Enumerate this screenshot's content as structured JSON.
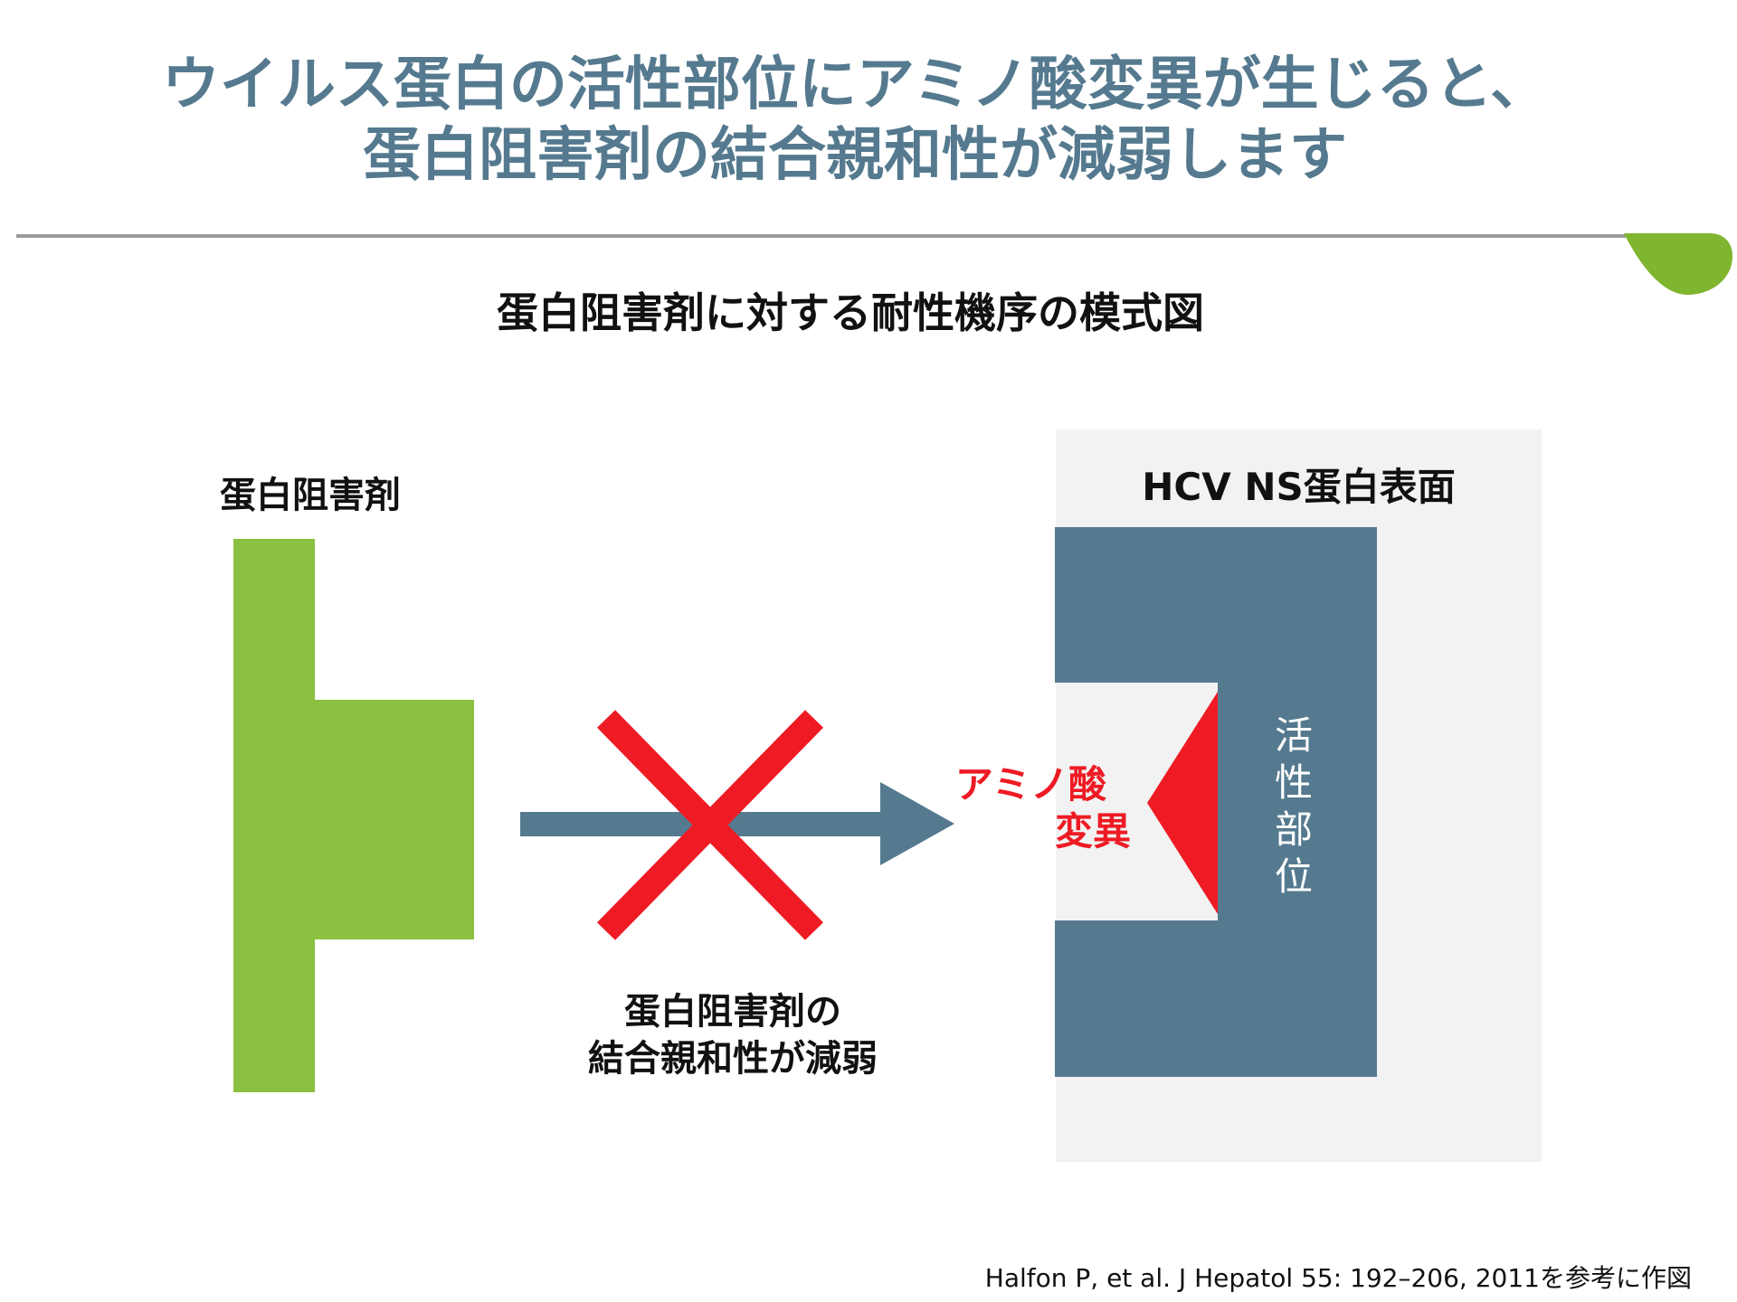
{
  "header": {
    "title_line1": "ウイルス蛋白の活性部位にアミノ酸変異が生じると、",
    "title_line2": "蛋白阻害剤の結合親和性が減弱します"
  },
  "diagram": {
    "subtitle": "蛋白阻害剤に対する耐性機序の模式図",
    "inhibitor_label": "蛋白阻害剤",
    "protein_surface_label": "HCV NS蛋白表面",
    "active_site_chars": [
      "活",
      "性",
      "部",
      "位"
    ],
    "mutation_label_line1": "アミノ酸",
    "mutation_label_line2": "変異",
    "effect_line1": "蛋白阻害剤の",
    "effect_line2": "結合親和性が減弱"
  },
  "footer": {
    "citation": "Halfon P, et al. J Hepatol 55: 192–206, 2011を参考に作図"
  },
  "colors": {
    "title": "#557a8f",
    "inhibitor": "#8bc040",
    "protein": "#557a8f",
    "mutation": "#ee1b24",
    "cross": "#ee1b24",
    "arrow": "#557a8f",
    "protein_background": "#f2f2f2",
    "leaf_accent": "#7fb52f",
    "divider": "#9a9a9a"
  }
}
